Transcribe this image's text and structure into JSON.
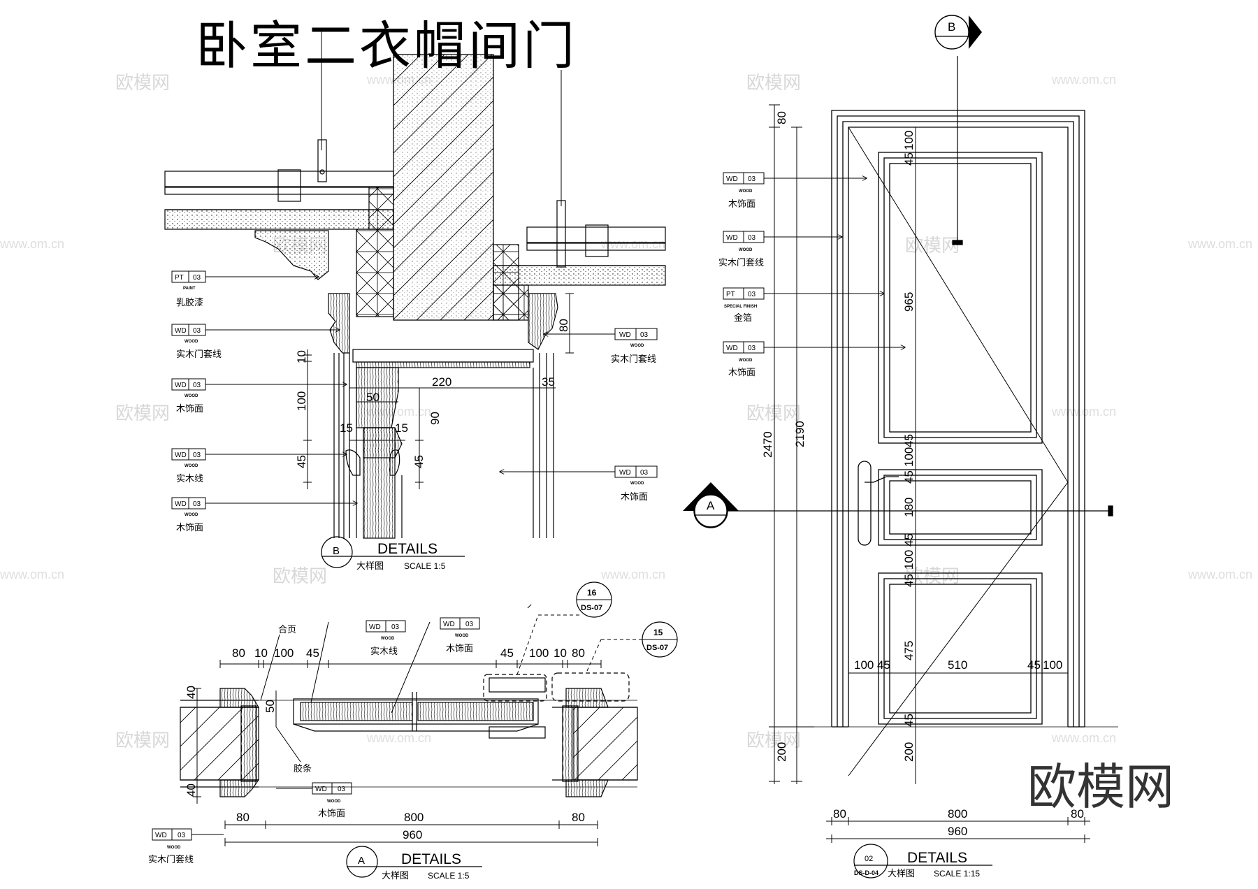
{
  "title": "卧室二衣帽间门",
  "watermark": {
    "brand": "欧模网",
    "url": "www.om.cn",
    "big_logo": "欧模网"
  },
  "detail_b": {
    "marker": "B",
    "label": "DETAILS",
    "cn_label": "大样图",
    "scale": "SCALE  1:5",
    "dims": [
      "10",
      "100",
      "45",
      "50",
      "15",
      "15",
      "90",
      "45",
      "220",
      "35",
      "80"
    ],
    "tags": [
      {
        "code": "PT",
        "num": "03",
        "mat": "PAINT",
        "cn": "乳胶漆"
      },
      {
        "code": "WD",
        "num": "03",
        "mat": "WOOD",
        "cn": "实木门套线"
      },
      {
        "code": "WD",
        "num": "03",
        "mat": "WOOD",
        "cn": "木饰面"
      },
      {
        "code": "WD",
        "num": "03",
        "mat": "WOOD",
        "cn": "实木线"
      },
      {
        "code": "WD",
        "num": "03",
        "mat": "WOOD",
        "cn": "木饰面"
      },
      {
        "code": "WD",
        "num": "03",
        "mat": "WOOD",
        "cn": "实木门套线"
      },
      {
        "code": "WD",
        "num": "03",
        "mat": "WOOD",
        "cn": "木饰面"
      }
    ]
  },
  "detail_a": {
    "marker": "A",
    "label": "DETAILS",
    "cn_label": "大样图",
    "scale": "SCALE  1:5",
    "top_dims": [
      "80",
      "10",
      "100",
      "45",
      "45",
      "100",
      "10",
      "80"
    ],
    "side_dims": [
      "40",
      "50",
      "40"
    ],
    "bottom_dims": [
      "80",
      "800",
      "80",
      "960"
    ],
    "notes": [
      "合页",
      "胶条"
    ],
    "refs": [
      {
        "num": "16",
        "sheet": "DS-07"
      },
      {
        "num": "15",
        "sheet": "DS-07"
      }
    ],
    "tags": [
      {
        "code": "WD",
        "num": "03",
        "mat": "WOOD",
        "cn": "实木线"
      },
      {
        "code": "WD",
        "num": "03",
        "mat": "WOOD",
        "cn": "木饰面"
      },
      {
        "code": "WD",
        "num": "03",
        "mat": "WOOD",
        "cn": "木饰面"
      },
      {
        "code": "WD",
        "num": "03",
        "mat": "WOOD",
        "cn": "实木门套线"
      }
    ]
  },
  "elevation": {
    "marker_num": "02",
    "marker_sheet": "DS-D-04",
    "label": "DETAILS",
    "cn_label": "大样图",
    "scale": "SCALE  1:15",
    "section_marks": [
      "B",
      "A"
    ],
    "left_dims": [
      "80",
      "2190",
      "2470",
      "200"
    ],
    "inner_dims": [
      "100",
      "45",
      "965",
      "45",
      "100",
      "45",
      "180",
      "45",
      "100",
      "45",
      "475",
      "45",
      "200"
    ],
    "width_dims": [
      "100",
      "45",
      "510",
      "45",
      "100"
    ],
    "bottom_dims": [
      "80",
      "800",
      "80",
      "960"
    ],
    "tags": [
      {
        "code": "WD",
        "num": "03",
        "mat": "WOOD",
        "cn": "木饰面"
      },
      {
        "code": "WD",
        "num": "03",
        "mat": "WOOD",
        "cn": "实木门套线"
      },
      {
        "code": "PT",
        "num": "03",
        "mat": "SPECIAL FINISH",
        "cn": "金箔"
      },
      {
        "code": "WD",
        "num": "03",
        "mat": "WOOD",
        "cn": "木饰面"
      }
    ]
  }
}
